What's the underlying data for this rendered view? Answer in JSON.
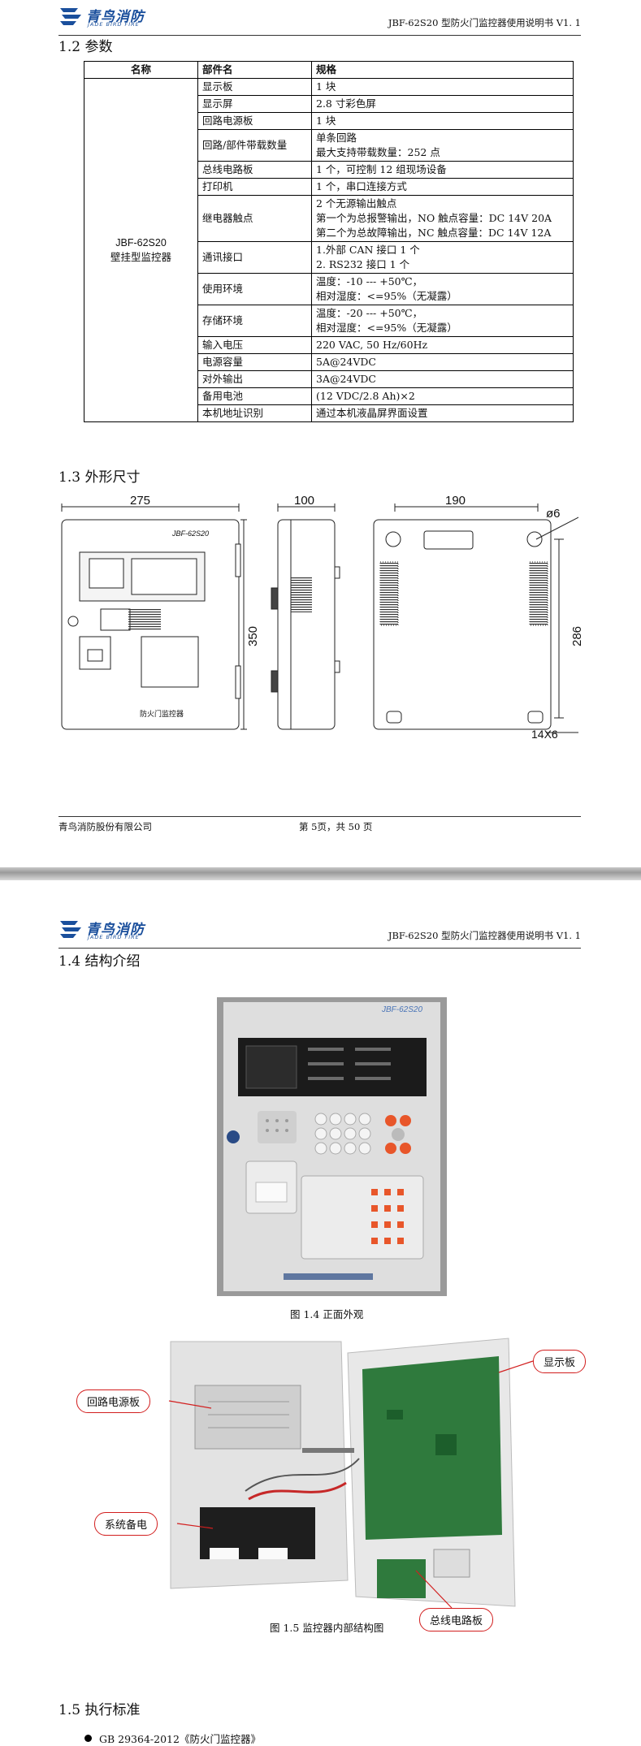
{
  "header": {
    "logo_cn": "青鸟消防",
    "logo_en": "JADE BIRD FIRE",
    "doc_title": "JBF-62S20 型防火门监控器使用说明书 V1. 1"
  },
  "page1": {
    "section_params": "1.2  参数",
    "table": {
      "headers": [
        "名称",
        "部件名",
        "规格"
      ],
      "model_name": "JBF-62S20",
      "model_desc": "壁挂型监控器",
      "rows": [
        {
          "part": "显示板",
          "spec": [
            "1 块"
          ]
        },
        {
          "part": "显示屏",
          "spec": [
            "2.8 寸彩色屏"
          ]
        },
        {
          "part": "回路电源板",
          "spec": [
            "1 块"
          ]
        },
        {
          "part": "回路/部件带载数量",
          "spec": [
            "单条回路",
            "最大支持带载数量：252 点"
          ]
        },
        {
          "part": "总线电路板",
          "spec": [
            "1 个，可控制 12 组现场设备"
          ]
        },
        {
          "part": "打印机",
          "spec": [
            "1 个，串口连接方式"
          ]
        },
        {
          "part": "继电器触点",
          "spec": [
            "2 个无源输出触点",
            "第一个为总报警输出，NO 触点容量：DC 14V 20A",
            "第二个为总故障输出，NC 触点容量：DC 14V 12A"
          ]
        },
        {
          "part": "通讯接口",
          "spec": [
            "1.外部 CAN 接口 1 个",
            "2. RS232 接口 1 个"
          ]
        },
        {
          "part": "使用环境",
          "spec": [
            "温度：-10 --- +50℃，",
            "相对湿度：<=95%（无凝露）"
          ]
        },
        {
          "part": "存储环境",
          "spec": [
            "温度：-20 --- +50℃，",
            "相对湿度：<=95%（无凝露）"
          ]
        },
        {
          "part": "输入电压",
          "spec": [
            "220 VAC, 50 Hz/60Hz"
          ]
        },
        {
          "part": "电源容量",
          "spec": [
            "5A@24VDC"
          ]
        },
        {
          "part": "对外输出",
          "spec": [
            "3A@24VDC"
          ]
        },
        {
          "part": "备用电池",
          "spec": [
            "(12 VDC/2.8 Ah)×2"
          ]
        },
        {
          "part": "本机地址识别",
          "spec": [
            "通过本机液晶屏界面设置"
          ]
        }
      ]
    },
    "section_dims": "1.3  外形尺寸",
    "dims": {
      "width": "275",
      "height": "350",
      "depth": "100",
      "hole_span": "190",
      "hole_dia": "ø6",
      "hole_vspan": "286",
      "slot": "14X6",
      "front_model": "JBF-62S20",
      "front_brand": "防火门监控器"
    },
    "footer_company": "青鸟消防股份有限公司",
    "footer_page": "第 5页，共 50 页"
  },
  "page2": {
    "section_structure": "1.4  结构介绍",
    "front_model": "JBF-62S20",
    "fig1_caption": "图 1.4    正面外观",
    "fig2_caption": "图 1.5  监控器内部结构图",
    "callouts": {
      "display_board": "显示板",
      "loop_power": "回路电源板",
      "battery": "系统备电",
      "bus_board": "总线电路板"
    },
    "section_standard": "1.5  执行标准",
    "standard": "GB 29364-2012《防火门监控器》"
  },
  "colors": {
    "brand_blue": "#1a4f9c",
    "callout_red": "#d21e1e",
    "indicator_orange": "#e8562a"
  }
}
